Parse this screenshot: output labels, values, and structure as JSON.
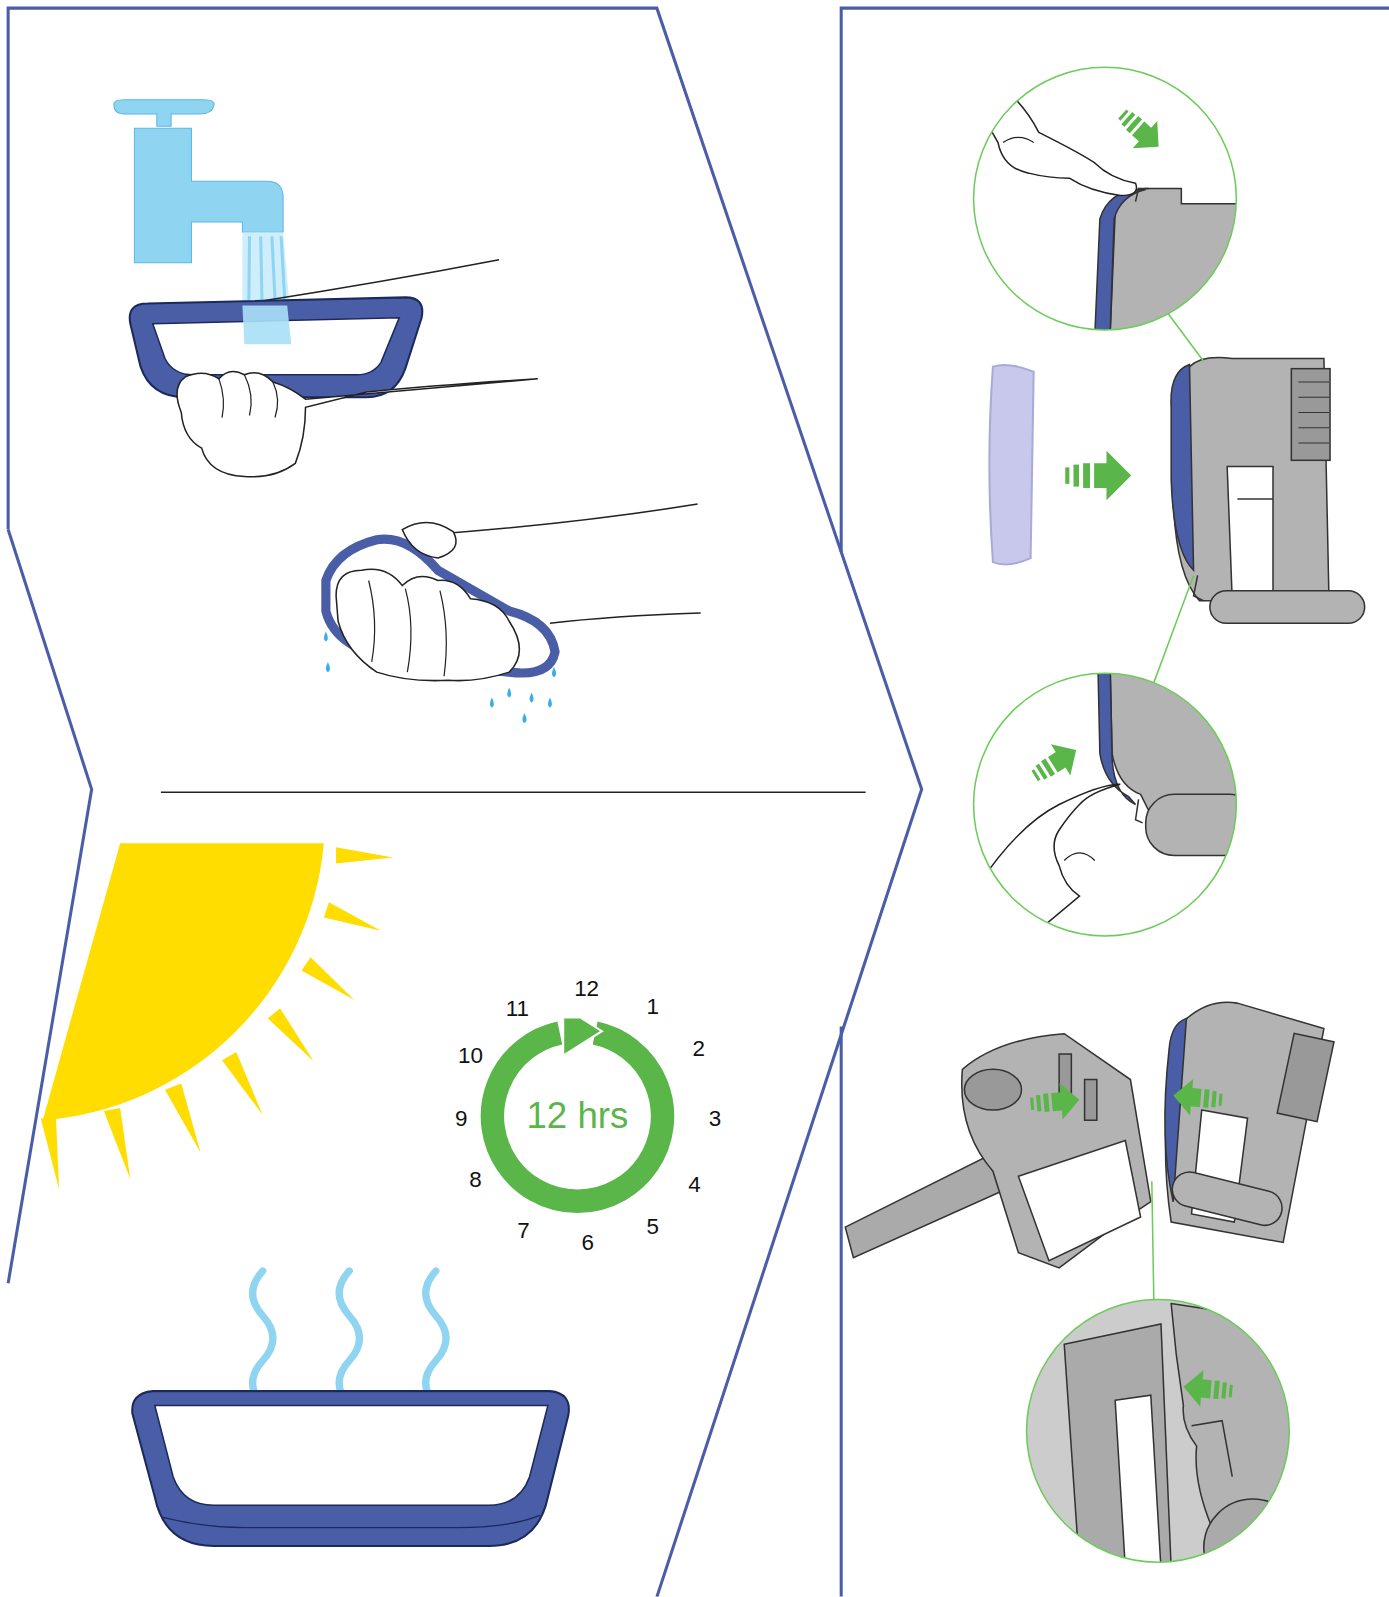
{
  "diagram": {
    "nodes": [
      {
        "text": [
          "12 hrs"
        ]
      }
    ],
    "labels": [
      "12",
      "1",
      "2",
      "3",
      "4",
      "5",
      "6",
      "7",
      "8",
      "9",
      "10",
      "11"
    ]
  }
}
